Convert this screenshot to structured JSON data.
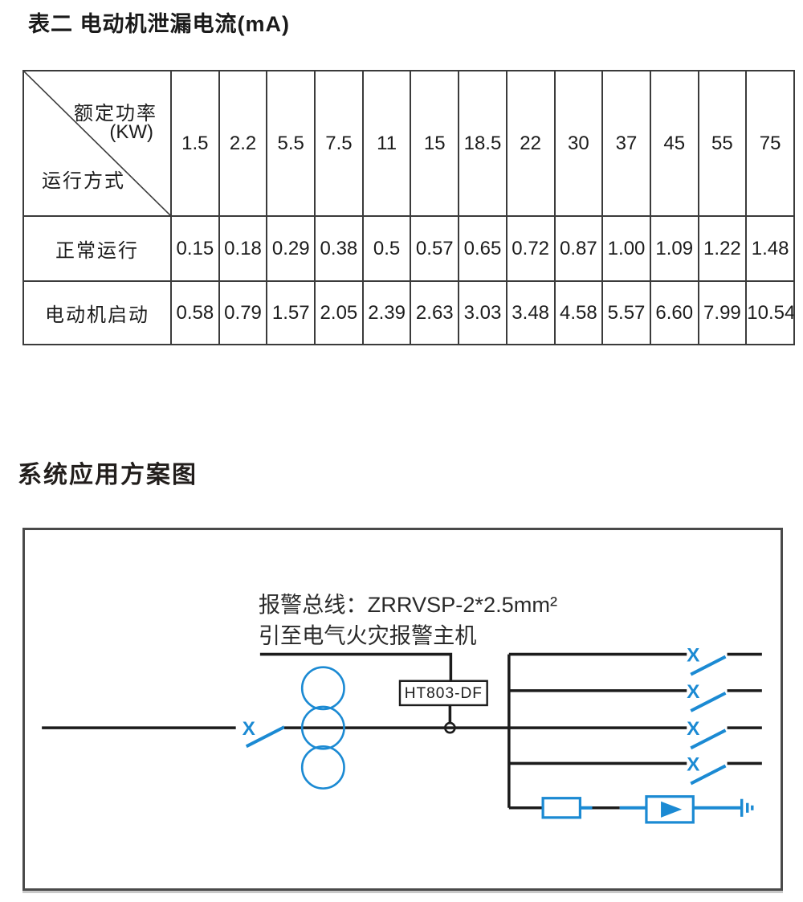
{
  "page": {
    "table_title": "表二 电动机泄漏电流(mA)",
    "section_title": "系统应用方案图"
  },
  "table": {
    "corner": {
      "top_label_line1": "额定功率",
      "top_label_line2": "(KW)",
      "bottom_label": "运行方式"
    },
    "power_ratings_kw": [
      "1.5",
      "2.2",
      "5.5",
      "7.5",
      "11",
      "15",
      "18.5",
      "22",
      "30",
      "37",
      "45",
      "55",
      "75"
    ],
    "rows": [
      {
        "label": "正常运行",
        "values": [
          "0.15",
          "0.18",
          "0.29",
          "0.38",
          "0.5",
          "0.57",
          "0.65",
          "0.72",
          "0.87",
          "1.00",
          "1.09",
          "1.22",
          "1.48"
        ]
      },
      {
        "label": "电动机启动",
        "values": [
          "0.58",
          "0.79",
          "1.57",
          "2.05",
          "2.39",
          "2.63",
          "3.03",
          "3.48",
          "4.58",
          "5.57",
          "6.60",
          "7.99",
          "10.54"
        ]
      }
    ]
  },
  "diagram": {
    "note_line1": "报警总线：ZRRVSP-2*2.5mm²",
    "note_line2": "引至电气火灾报警主机",
    "device_label": "HT803-DF",
    "x_marker": "X",
    "colors": {
      "line_blue": "#1b8ad3",
      "line_black": "#1c1c1c"
    }
  }
}
